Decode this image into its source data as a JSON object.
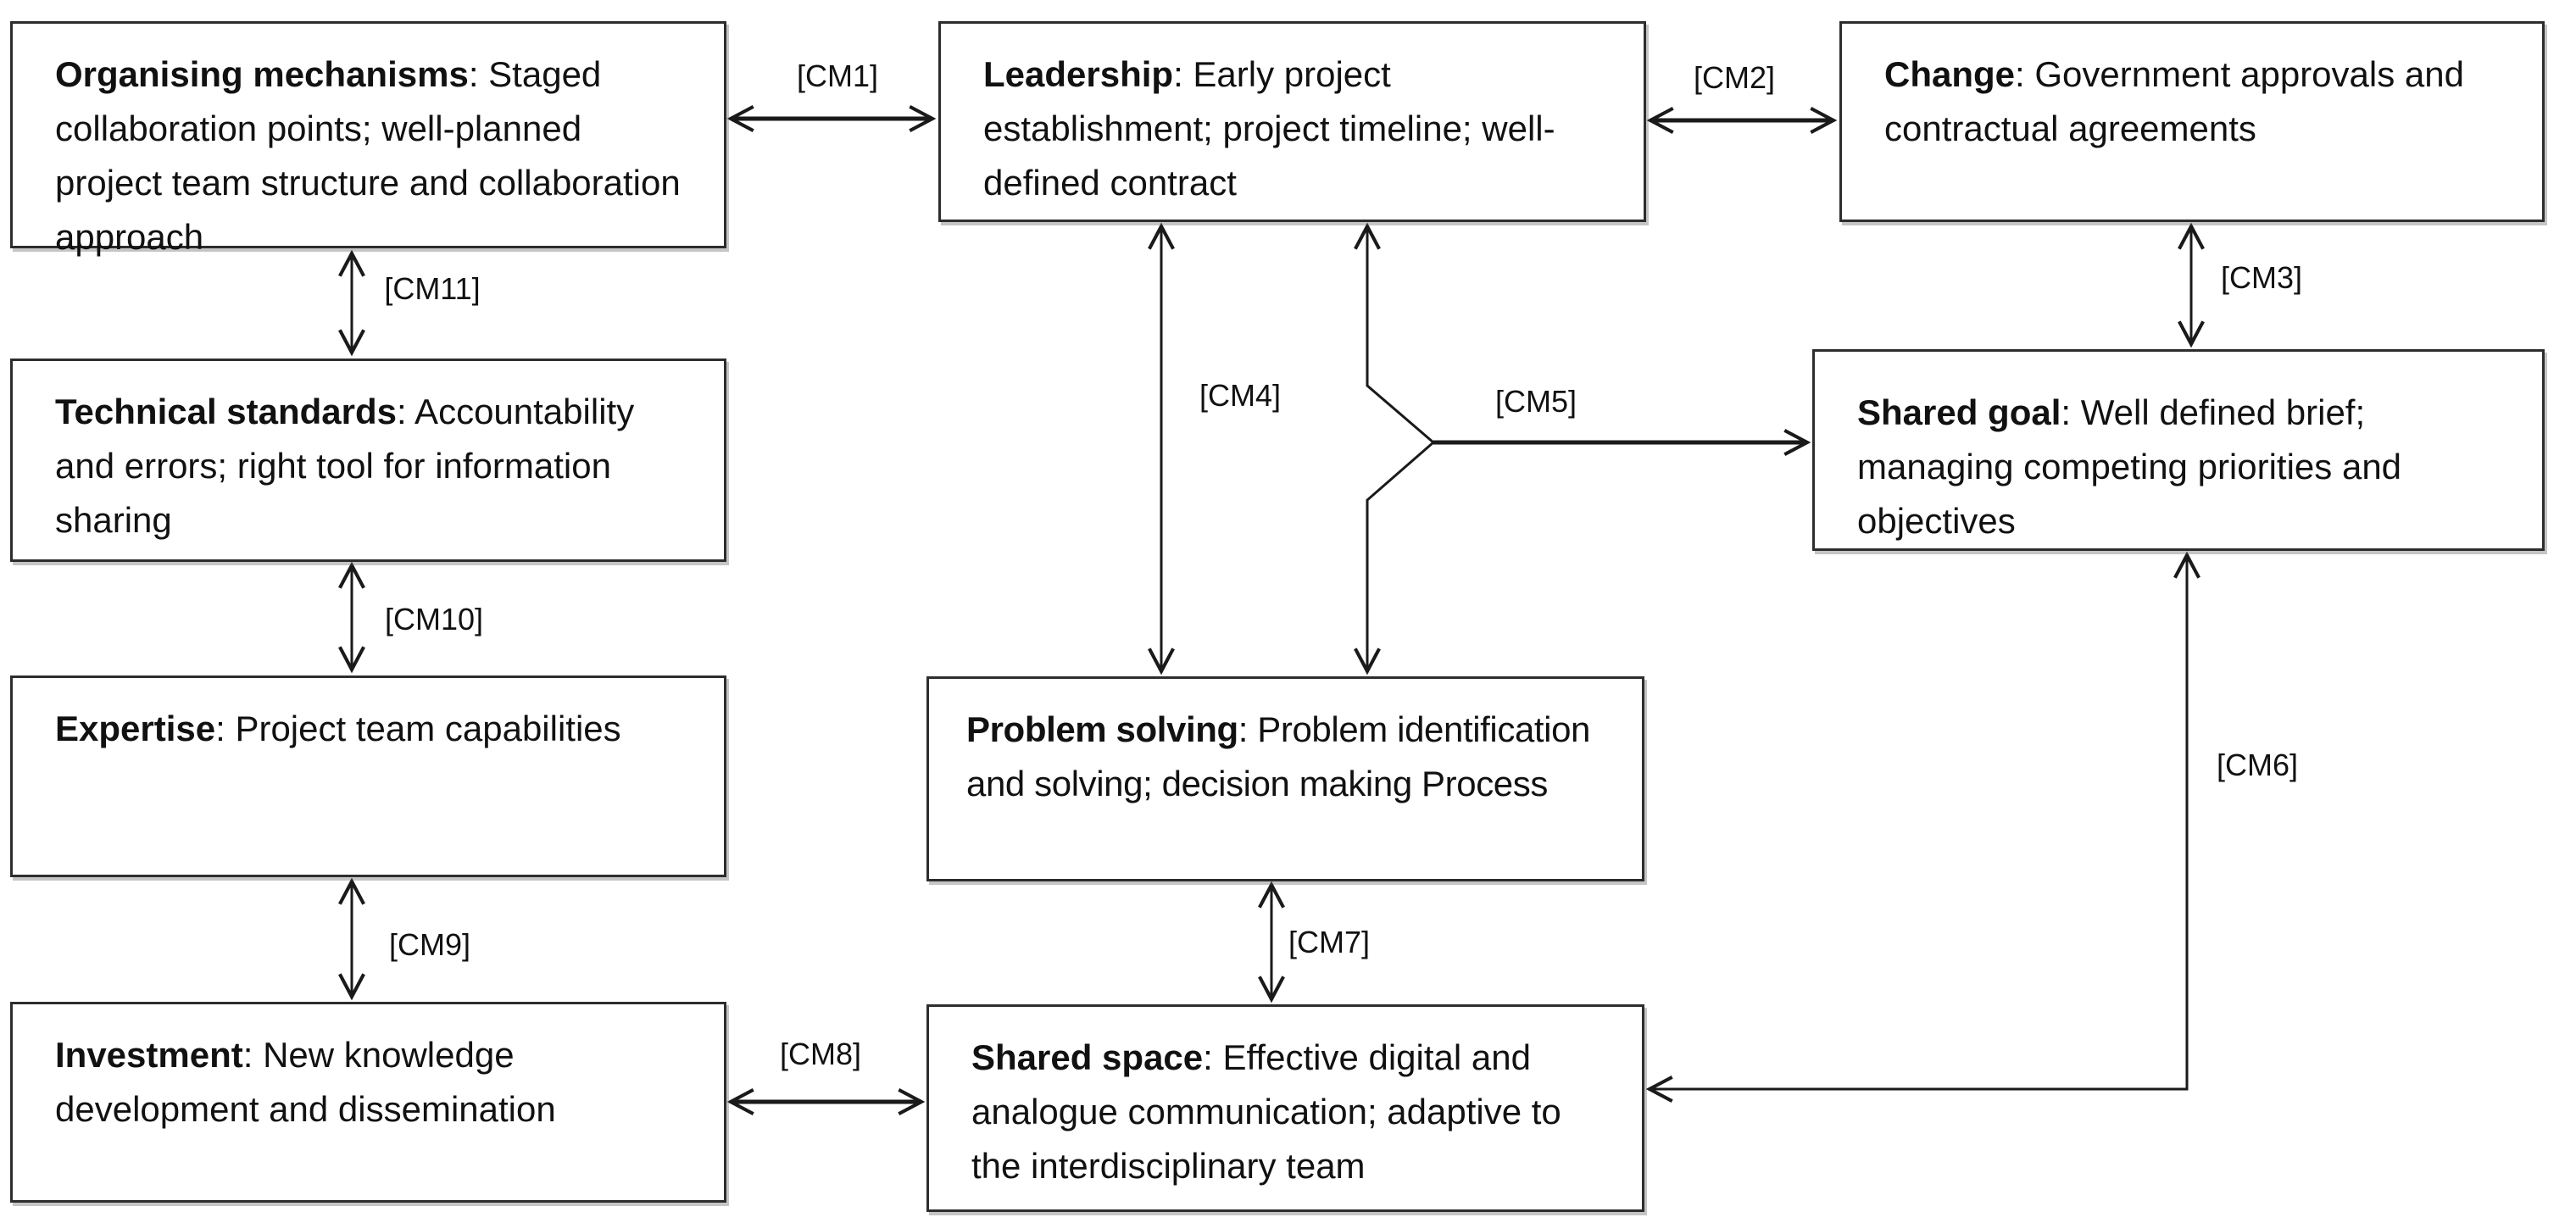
{
  "boxes": {
    "organising": {
      "term": "Organising mechanisms",
      "desc": ": Staged collaboration points; well-planned project team structure and collaboration approach"
    },
    "leadership": {
      "term": "Leadership",
      "desc": ": Early project establishment; project timeline; well-defined contract"
    },
    "change": {
      "term": "Change",
      "desc": ": Government approvals and contractual agreements"
    },
    "technical": {
      "term": "Technical standards",
      "desc": ": Accountability and errors; right tool for information sharing"
    },
    "sharedgoal": {
      "term": "Shared goal",
      "desc": ": Well defined brief; managing competing priorities and objectives"
    },
    "expertise": {
      "term": "Expertise",
      "desc": ": Project team capabilities"
    },
    "problem": {
      "term": "Problem solving",
      "desc": ": Problem identification and solving; decision making Process"
    },
    "investment": {
      "term": "Investment",
      "desc": ": New knowledge development and dissemination"
    },
    "sharedspace": {
      "term": "Shared space",
      "desc": ": Effective digital and analogue communication; adaptive to the interdisciplinary team"
    }
  },
  "connectors": {
    "cm1": "[CM1]",
    "cm2": "[CM2]",
    "cm3": "[CM3]",
    "cm4": "[CM4]",
    "cm5": "[CM5]",
    "cm6": "[CM6]",
    "cm7": "[CM7]",
    "cm8": "[CM8]",
    "cm9": "[CM9]",
    "cm10": "[CM10]",
    "cm11": "[CM11]"
  },
  "colors": {
    "line": "#1a1a1a",
    "border": "#2d2d2d",
    "background": "#ffffff",
    "text": "#111111"
  }
}
